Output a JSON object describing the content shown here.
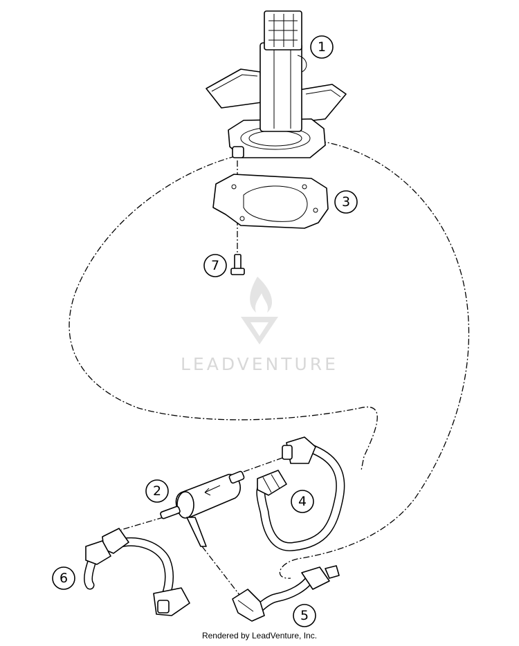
{
  "callouts": [
    {
      "id": "1",
      "label": "1"
    },
    {
      "id": "2",
      "label": "2"
    },
    {
      "id": "3",
      "label": "3"
    },
    {
      "id": "4",
      "label": "4"
    },
    {
      "id": "5",
      "label": "5"
    },
    {
      "id": "6",
      "label": "6"
    },
    {
      "id": "7",
      "label": "7"
    }
  ],
  "watermark": {
    "text": "LEADVENTURE",
    "icon": "flame-v-logo"
  },
  "footer": {
    "text": "Rendered by LeadVenture, Inc."
  }
}
